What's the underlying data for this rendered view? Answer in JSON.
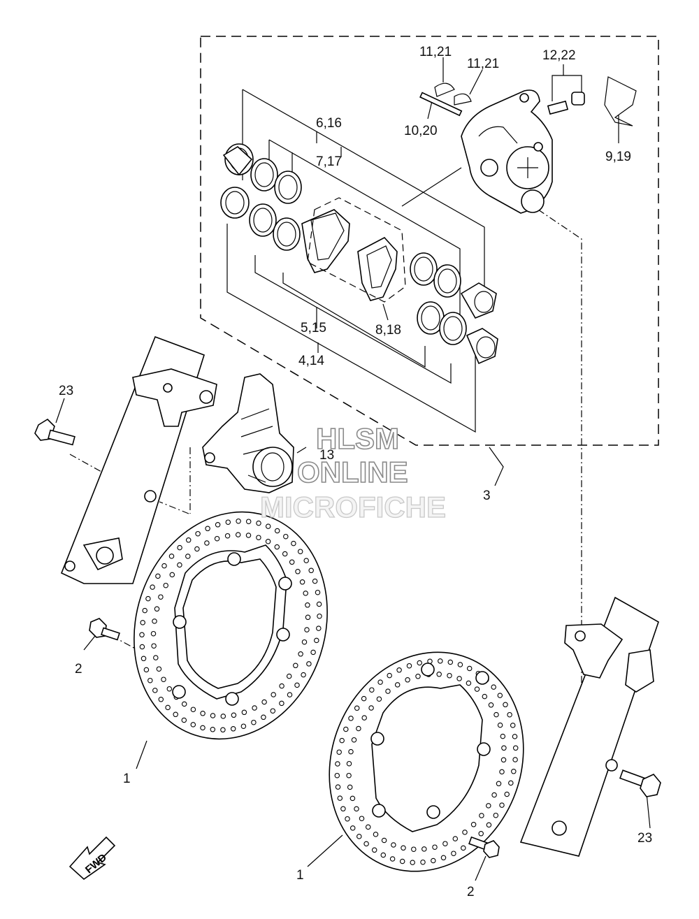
{
  "callouts": {
    "p11_21a": "11,21",
    "p11_21b": "11,21",
    "p12_22": "12,22",
    "p10_20": "10,20",
    "p9_19": "9,19",
    "p6_16": "6,16",
    "p7_17": "7,17",
    "p5_15": "5,15",
    "p4_14": "4,14",
    "p8_18": "8,18",
    "p23a": "23",
    "p23b": "23",
    "p13": "13",
    "p3": "3",
    "p2a": "2",
    "p2b": "2",
    "p1a": "1",
    "p1b": "1"
  },
  "watermark": {
    "line1": "HLSM",
    "line2": "ONLINE",
    "line3": "MICROFICHE"
  },
  "fwd_label": "FWD"
}
